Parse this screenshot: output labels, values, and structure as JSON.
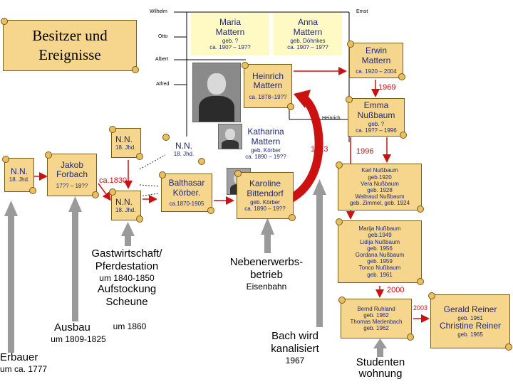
{
  "title": "Besitzer und Ereignisse",
  "generations": {
    "wilhelm": "Wilhelm",
    "otto": "Otto",
    "albert": "Albert",
    "alfred": "Alfred",
    "ernst": "Ernst",
    "heinrich": "Heinrich"
  },
  "people": {
    "nn1": {
      "name": "N.N.",
      "sub": "18. Jhd."
    },
    "jakob": {
      "name": "Jakob Forbach",
      "sub": "17?? – 18??"
    },
    "nn_top": {
      "name": "N.N.",
      "sub": "18. Jhd."
    },
    "nn_bottom": {
      "name": "N.N.",
      "sub": "18. Jhd."
    },
    "nn_mid": {
      "name": "N.N.",
      "sub": "18. Jhd."
    },
    "balthasar": {
      "name": "Balthasar Körber.",
      "sub": "ca.1870-1905"
    },
    "maria": {
      "name": "Maria Mattern",
      "sub1": "geb. ?",
      "sub2": "ca. 190? – 19??"
    },
    "anna": {
      "name": "Anna Mattern",
      "sub1": "geb. Döhnkes",
      "sub2": "ca. 190? – 19??"
    },
    "heinrich": {
      "name": "Heinrich Mattern",
      "sub": "ca. 1878–19??"
    },
    "katharina": {
      "name": "Katharina Mattern",
      "sub1": "geb. Körber",
      "sub2": "ca. 1890 – 19??"
    },
    "karoline": {
      "name": "Karoline Bittendorf",
      "sub1": "geb. Körber",
      "sub2": "ca. 1890 – 19??"
    },
    "erwin": {
      "name": "Erwin Mattern",
      "sub": "ca. 1920 – 2004"
    },
    "emma": {
      "name": "Emma Nußbaum",
      "sub1": "geb. ?",
      "sub2": "ca. 19?? – 1996"
    },
    "karl_group": {
      "lines": [
        "Karl Nußbaum",
        "geb.1920",
        "Vera Nußbaum",
        "geb. 1928",
        "Waltraud Nußbaum",
        "geb. Zimmel, geb. 1924"
      ]
    },
    "marija_group": {
      "lines": [
        "Marija Nußbaum",
        "geb.1949",
        "Lidija Nußbaum",
        "geb. 1956",
        "Gordana Nußbaum",
        "geb. 1959",
        "Tonco Nußbaum",
        "geb. 1961"
      ]
    },
    "bernd_group": {
      "lines": [
        "Bernd Ruhland",
        "geb. 1962",
        "Thomas Medenbach",
        "geb. 1962"
      ]
    },
    "gerald_group": {
      "l1": "Gerald Reiner",
      "l2": "geb. 1961",
      "l3": "Christine Reiner",
      "l4": "geb. 1965"
    }
  },
  "years": {
    "y1830": "ca.1830",
    "y1913": "1913",
    "y1969": "1969",
    "y1996": "1996",
    "y2000": "2000",
    "y2003": "2003"
  },
  "events": {
    "erbauer": {
      "title": "Erbauer",
      "date": "um ca. 1777"
    },
    "ausbau": {
      "title": "Ausbau",
      "date": "um 1809-1825"
    },
    "gast": {
      "title1": "Gastwirtschaft/",
      "title2": "Pferdestation",
      "date1": "um 1840-1850",
      "title3": "Aufstockung",
      "title4": "Scheune",
      "date2": "um 1860"
    },
    "neben": {
      "title1": "Nebenerwerbs-",
      "title2": "betrieb",
      "date": "Eisenbahn"
    },
    "bach": {
      "title1": "Bach wird",
      "title2": "kanalisiert",
      "date": "1967"
    },
    "studenten": {
      "title1": "Studenten",
      "title2": "wohnung"
    }
  },
  "colors": {
    "scroll": "#f6d58c",
    "scroll_border": "#7a5a18",
    "text_blue": "#1f2a7a",
    "red": "#cc1111",
    "grey_arrow": "#9a9a9a",
    "person_box": "#fff9c4"
  }
}
